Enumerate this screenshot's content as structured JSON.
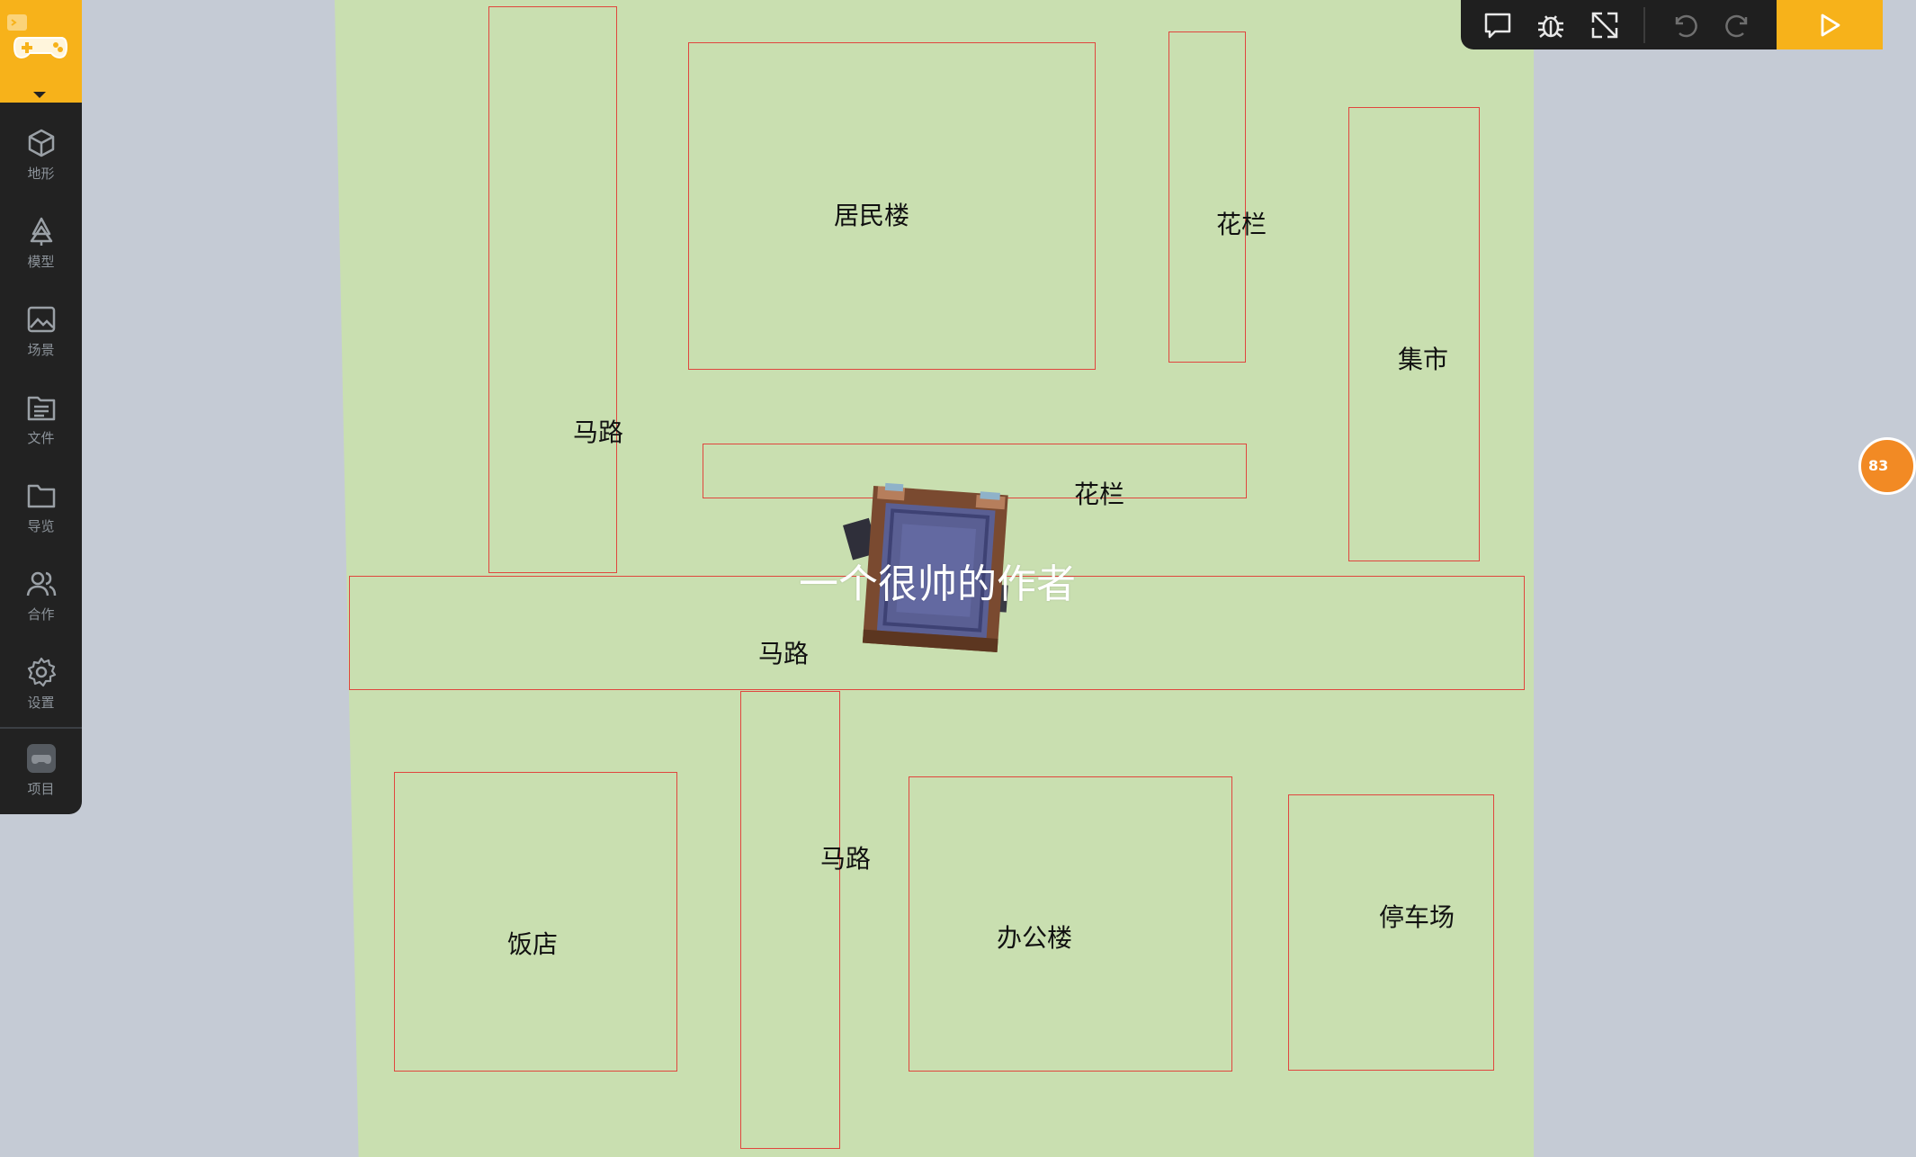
{
  "sidebar": {
    "items": [
      {
        "label": "地形",
        "icon": "cube-icon"
      },
      {
        "label": "模型",
        "icon": "tree-icon"
      },
      {
        "label": "场景",
        "icon": "image-icon"
      },
      {
        "label": "文件",
        "icon": "list-file-icon"
      },
      {
        "label": "导览",
        "icon": "folder-icon"
      },
      {
        "label": "合作",
        "icon": "users-icon"
      },
      {
        "label": "设置",
        "icon": "gear-icon"
      },
      {
        "label": "项目",
        "icon": "gamepad-icon"
      }
    ]
  },
  "toolbar": {
    "icons": [
      "comment-icon",
      "bug-icon",
      "resize-icon",
      "undo-icon",
      "redo-icon",
      "play-icon"
    ]
  },
  "badge": {
    "text": "83"
  },
  "map": {
    "zones": [
      {
        "label": "居民楼"
      },
      {
        "label": "花栏"
      },
      {
        "label": "集市"
      },
      {
        "label": "马路"
      },
      {
        "label": "花栏"
      },
      {
        "label": "马路"
      },
      {
        "label": "马路"
      },
      {
        "label": "饭店"
      },
      {
        "label": "办公楼"
      },
      {
        "label": "停车场"
      }
    ]
  },
  "player": {
    "name": "一个很帅的作者"
  },
  "colors": {
    "accent": "#f7b21a",
    "map_bg": "#c9dfb0",
    "zone_border": "#e0463e",
    "sidebar": "#222222"
  }
}
